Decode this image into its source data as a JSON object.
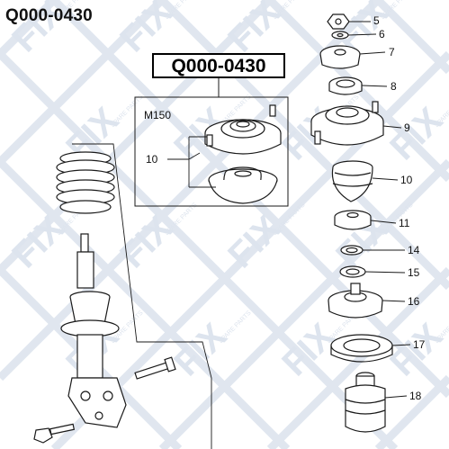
{
  "page_title": "Q000-0430",
  "callout": {
    "part_number": "Q000-0430"
  },
  "variant": {
    "label": "M150"
  },
  "inset_callout": {
    "label": "10"
  },
  "callouts": [
    {
      "id": "5",
      "label": "5"
    },
    {
      "id": "6",
      "label": "6"
    },
    {
      "id": "7",
      "label": "7"
    },
    {
      "id": "8",
      "label": "8"
    },
    {
      "id": "9",
      "label": "9"
    },
    {
      "id": "10",
      "label": "10"
    },
    {
      "id": "11",
      "label": "11"
    },
    {
      "id": "14",
      "label": "14"
    },
    {
      "id": "15",
      "label": "15"
    },
    {
      "id": "16",
      "label": "16"
    },
    {
      "id": "17",
      "label": "17"
    },
    {
      "id": "18",
      "label": "18"
    }
  ],
  "watermark": {
    "brand": "FIX",
    "tagline": "SPARE PARTS"
  },
  "colors": {
    "line": "#1a1a1a",
    "watermark": "#dde4ee",
    "accent_box": "#000000"
  }
}
